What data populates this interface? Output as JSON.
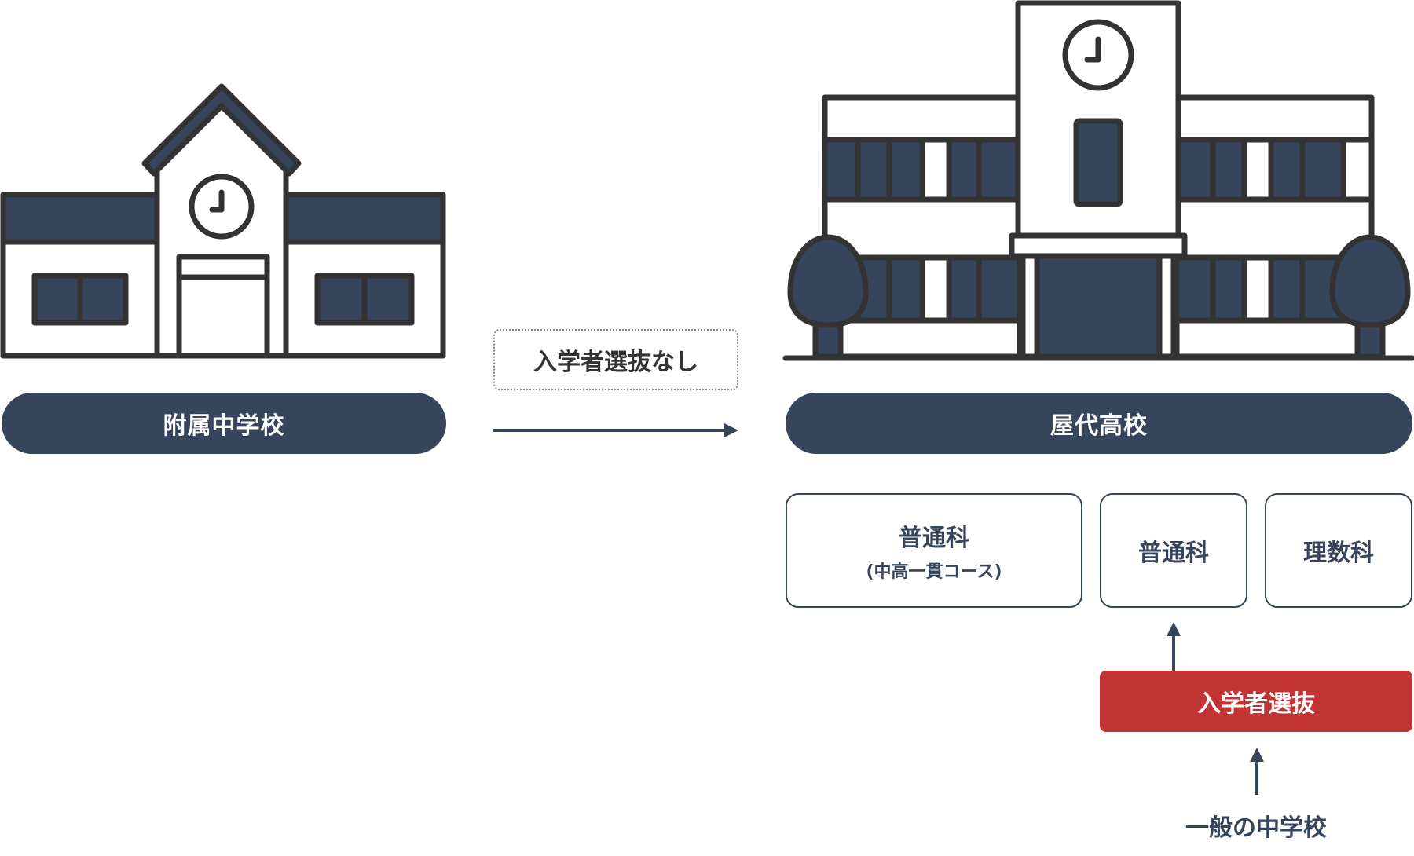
{
  "junior_high": {
    "label": "附属中学校",
    "icon": "school-building-icon"
  },
  "high_school": {
    "label": "屋代高校",
    "icon": "high-school-building-icon"
  },
  "transition_note": "入学者選抜なし",
  "courses": [
    {
      "name": "普通科",
      "sub": "(中高一貫コース)"
    },
    {
      "name": "普通科",
      "sub": ""
    },
    {
      "name": "理数科",
      "sub": ""
    }
  ],
  "selection_label": "入学者選抜",
  "general_junior_high_label": "一般の中学校",
  "colors": {
    "navy": "#36455c",
    "red": "#c23433",
    "outline": "#333333"
  }
}
